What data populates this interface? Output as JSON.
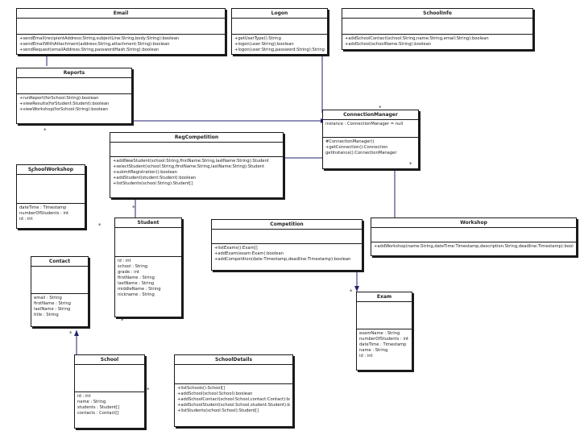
{
  "classes": {
    "email": {
      "name": "Email",
      "attributes": [],
      "operations": [
        "+sendEmail(recipientAddress:String,subjectLine:String,body:String):boolean",
        "+sendEmailWithAttachment(address:String,attachment:String):boolean",
        "+sendRequest(emailAddress:String,passwordHash:String):boolean"
      ]
    },
    "logon": {
      "name": "Logon",
      "attributes": [],
      "operations": [
        "+getUserType():String",
        "+logon(user:String):boolean",
        "+logon(user:String,password:String):String"
      ]
    },
    "schoolinfo": {
      "name": "SchoolInfo",
      "attributes": [],
      "operations": [
        "+addSchoolContact(school:String,name:String,email:String):boolean",
        "+addSchool(schoolName:String):boolean"
      ]
    },
    "reports": {
      "name": "Reports",
      "attributes": [],
      "operations": [
        "+runReport(forSchool:String):boolean",
        "+viewResults(forStudent:Student):boolean",
        "+viewWorkshop(forSchool:String):boolean"
      ]
    },
    "connectionmanager": {
      "name": "ConnectionManager",
      "attributes": [
        "instance : ConnectionManager = null"
      ],
      "operations": [
        "#ConnectionManager()",
        "+getConnection():Connection",
        "getInstance():ConnectionManager"
      ]
    },
    "regcompetition": {
      "name": "RegCompetition",
      "attributes": [],
      "operations": [
        "+addNewStudent(school:String,firstName:String,lastName:String):Student",
        "+selectStudent(school:String,firstName:String,lastName:String):Student",
        "+submitRegistration():boolean",
        "+addStudent(student:Student):boolean",
        "+listStudents(school:String):Student[]"
      ]
    },
    "schoolworkshop": {
      "name": "SchoolWorkshop",
      "attributes": [
        "dateTime : Timestamp",
        "numberOfStudents : int",
        "id : int"
      ],
      "operations": []
    },
    "student": {
      "name": "Student",
      "attributes": [
        "id : int",
        "school : String",
        "grade : int",
        "firstName : String",
        "lastName : String",
        "middleName : String",
        "nickname : String"
      ],
      "operations": []
    },
    "competition": {
      "name": "Competition",
      "attributes": [],
      "operations": [
        "+listExams():Exam[]",
        "+addExam(exam:Exam):boolean",
        "+addCompetition(date:Timestamp,deadline:Timestamp):boolean"
      ]
    },
    "workshop": {
      "name": "Workshop",
      "attributes": [],
      "operations": [
        "+addWorkshop(name:String,dateTime:Timestamp,description:String,deadline:Timestamp):boolean"
      ]
    },
    "contact": {
      "name": "Contact",
      "attributes": [
        "email : String",
        "firstName : String",
        "lastName : String",
        "title : String"
      ],
      "operations": []
    },
    "exam": {
      "name": "Exam",
      "attributes": [
        "examName : String",
        "numberOfStudents : int",
        "dateTime : Timestamp",
        "name : String",
        "id : int"
      ],
      "operations": []
    },
    "school": {
      "name": "School",
      "attributes": [
        "id : int",
        "name : String",
        "students : Student[]",
        "contacts : Contact[]"
      ],
      "operations": []
    },
    "schooldetails": {
      "name": "SchoolDetails",
      "attributes": [],
      "operations": [
        "+listSchools():School[]",
        "+addSchool(school:School):boolean",
        "+addSchoolContact(school:School,contact:Contact):boolean",
        "+addSchoolStudent(school:School,student:Student):boolean",
        "+listStudents(school:School):Student[]"
      ]
    }
  },
  "tags": {
    "tag1": "*",
    "tag2": "*",
    "tag3": "*",
    "tag4": "*",
    "tag5": "*",
    "tag6": "*",
    "tag7": "*",
    "tag8": "*",
    "tag9": "*",
    "tag10": "*"
  }
}
